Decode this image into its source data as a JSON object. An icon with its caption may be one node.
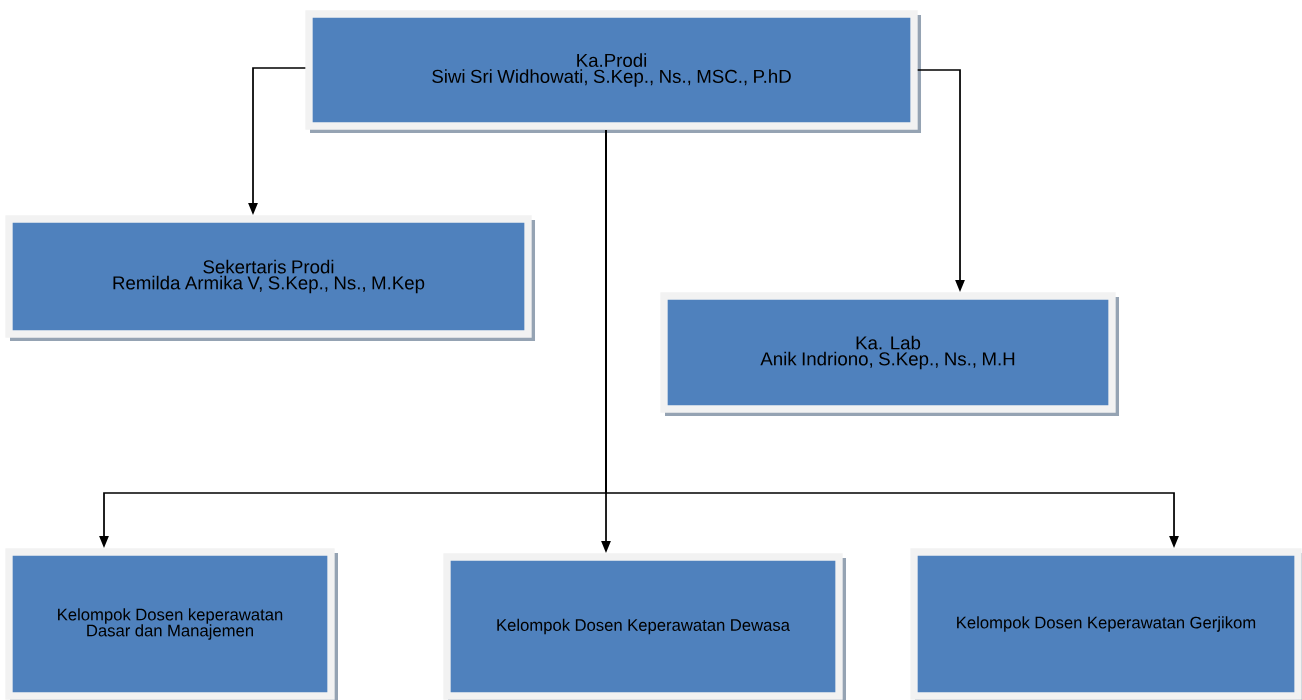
{
  "diagram": {
    "nodes": [
      {
        "text": [
          "Ka.Prodi",
          "Siwi Sri Widhowati, S.Kep., Ns., MSC., P.hD"
        ]
      },
      {
        "text": [
          "Sekertaris Prodi",
          "Remilda Armika V, S.Kep., Ns., M.Kep"
        ]
      },
      {
        "text": [
          "Ka. Lab",
          "Anik Indriono, S.Kep., Ns., M.H"
        ]
      },
      {
        "text": [
          "Kelompok Dosen keperawatan Dasar dan Manajemen"
        ]
      },
      {
        "text": [
          "Kelompok Dosen Keperawatan Dewasa"
        ]
      },
      {
        "text": [
          "Kelompok Dosen Keperawatan Gerjikom"
        ]
      }
    ],
    "edges": [
      {
        "from": 0,
        "to": 1,
        "arrow": "to"
      },
      {
        "from": 0,
        "to": 2,
        "arrow": "to"
      },
      {
        "from": 0,
        "to": 3,
        "arrow": "to"
      },
      {
        "from": 0,
        "to": 4,
        "arrow": "to"
      },
      {
        "from": 0,
        "to": 5,
        "arrow": "to"
      }
    ]
  }
}
